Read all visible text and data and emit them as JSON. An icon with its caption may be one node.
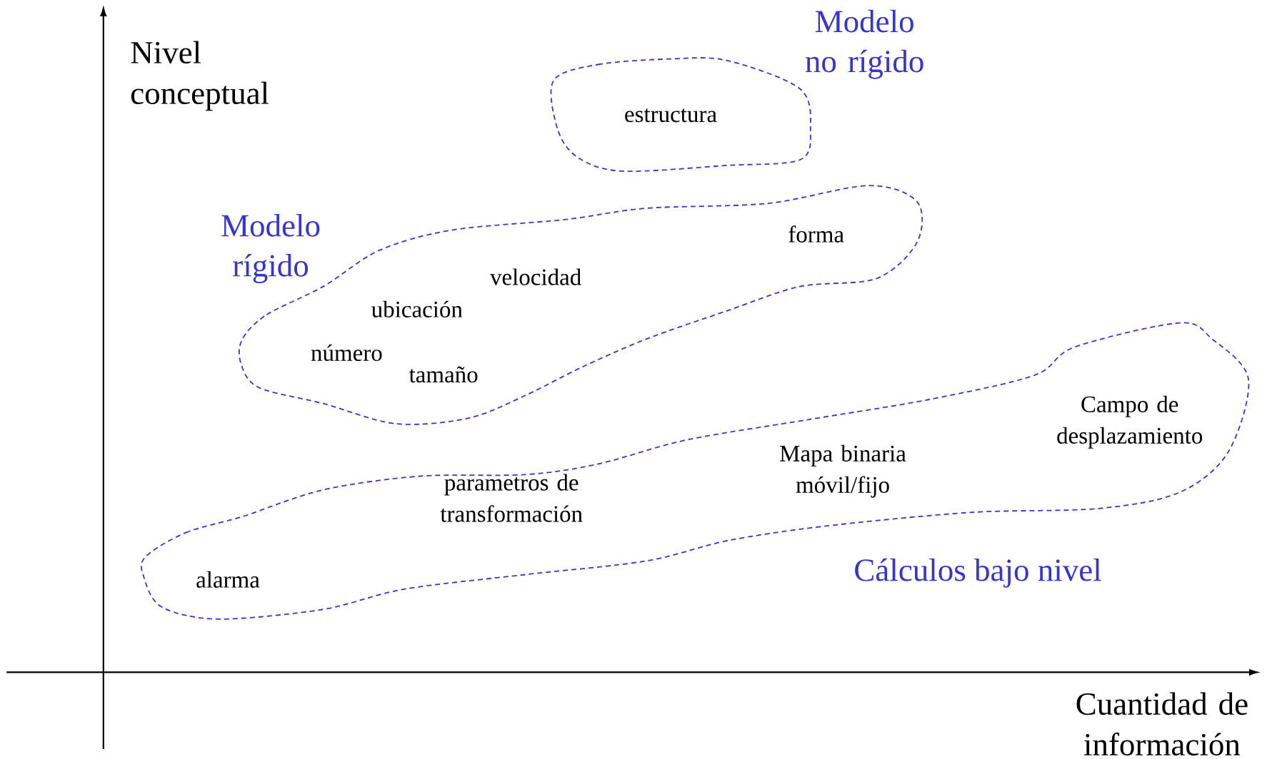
{
  "diagram": {
    "nodes": [
      {
        "text": [
          "Modelo no rígido",
          "estructura"
        ]
      },
      {
        "text": [
          "Modelo rígido",
          "forma",
          "velocidad",
          "ubicación",
          "número",
          "tamaño"
        ]
      },
      {
        "text": [
          "Cálculos bajo nivel",
          "alarma",
          "parametros de transformación",
          "Mapa binaria móvil/fijo",
          "Campo de desplazamiento"
        ]
      }
    ],
    "edges": [],
    "labels": [
      "Nivel conceptual",
      "Cuantidad de información"
    ]
  }
}
